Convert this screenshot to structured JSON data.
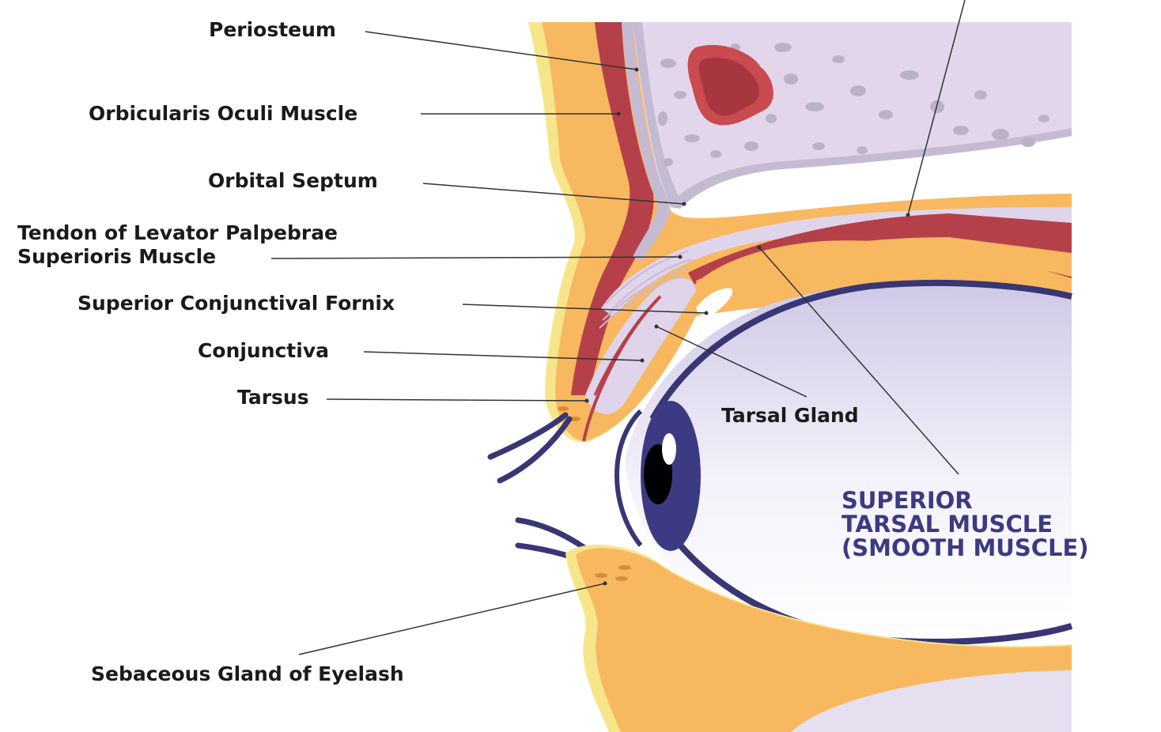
{
  "diagram": {
    "labels": {
      "periosteum": "Periosteum",
      "orbicularis": "Orbicularis Oculi Muscle",
      "septum": "Orbital Septum",
      "tendon_line1": "Tendon of Levator Palpebrae",
      "tendon_line2": "Superioris Muscle",
      "fornix": "Superior Conjunctival Fornix",
      "conjunctiva": "Conjunctiva",
      "tarsus": "Tarsus",
      "tarsal_gland": "Tarsal Gland",
      "sebaceous": "Sebaceous Gland of Eyelash",
      "superior_tarsal_line1": "SUPERIOR",
      "superior_tarsal_line2": "TARSAL MUSCLE",
      "superior_tarsal_line3": "(SMOOTH MUSCLE)"
    },
    "colors": {
      "skin_outer": "#f7e58a",
      "skin": "#f8b860",
      "muscle": "#b5404a",
      "bone": "#e3d6ea",
      "bone_spots": "#bcb2c7",
      "periosteum": "#c4bad2",
      "sinus": "#c94a4f",
      "eye_outline": "#383675",
      "iris": "#3b3a82",
      "accent_text": "#3b3a82"
    }
  }
}
